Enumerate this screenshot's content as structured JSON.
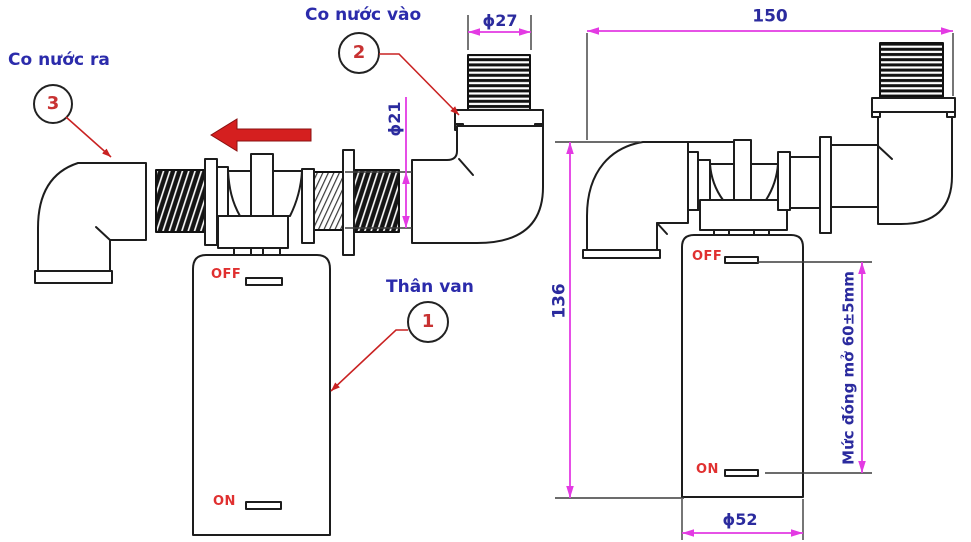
{
  "figure": {
    "type": "valve technical drawing",
    "views": 2
  },
  "labels": {
    "outlet": "Co nước ra",
    "inlet": "Co nước vào",
    "valve_body": "Thân van"
  },
  "callouts": {
    "valve_body": "1",
    "inlet": "2",
    "outlet": "3"
  },
  "switch_marks": {
    "off": "OFF",
    "on": "ON"
  },
  "dimensions": {
    "inlet_thread_diameter": "ϕ27",
    "port_diameter": "ϕ21",
    "overall_width": "150",
    "overall_height": "136",
    "open_close_range": "Mức đóng mở 60±5mm",
    "body_diameter": "ϕ52"
  },
  "colors": {
    "label_text": "#2b2bab",
    "dimension_text": "#2b2b9e",
    "dimension_line": "#e33ae3",
    "callout_red": "#c83232",
    "switch_red": "#e03030",
    "arrow_red": "#d51f1f",
    "outline": "#1d1d1d",
    "background": "#ffffff"
  }
}
